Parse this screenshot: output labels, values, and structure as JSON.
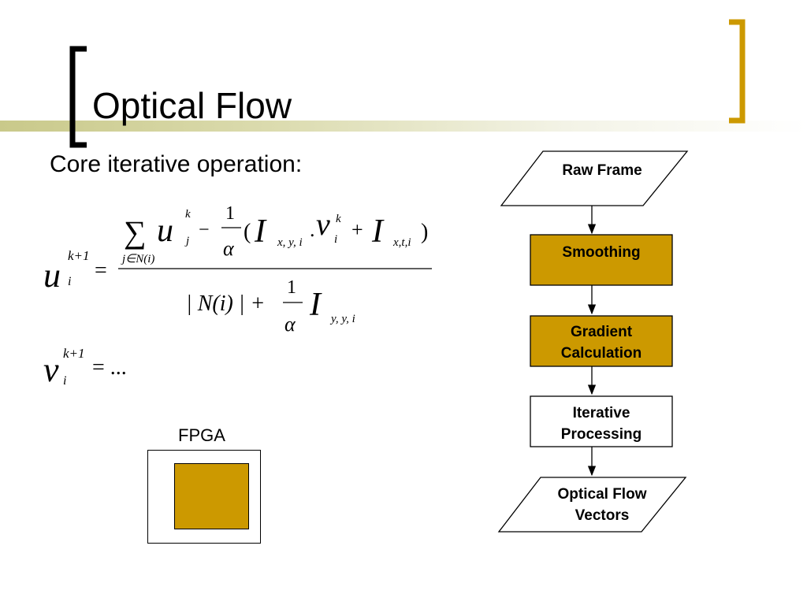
{
  "slide": {
    "title": "Optical Flow",
    "subtitle": "Core iterative operation:",
    "colors": {
      "accent": "#cc9900",
      "stripe": "#c9c98a"
    }
  },
  "equation": {
    "lhs_u": "u",
    "sup": "k+1",
    "sub_i": "i",
    "equals": "=",
    "sum": "∑",
    "u": "u",
    "k": "k",
    "j": "j",
    "sum_index": "j∈N(i)",
    "minus": "−",
    "one": "1",
    "alpha": "α",
    "open_paren": "(",
    "I": "I",
    "sub_xyi": "x, y, i",
    "dot": ".",
    "v": "v",
    "plus": "+",
    "sub_xti": "x,t,i",
    "close_paren": ")",
    "denom_left": "| N(i) | +",
    "sub_yyi": "y, y, i",
    "lhs_v": "v",
    "ellipsis": "= ..."
  },
  "fpga": {
    "label": "FPGA"
  },
  "flowchart": {
    "raw_frame": "Raw Frame",
    "smoothing": "Smoothing",
    "gradient_1": "Gradient",
    "gradient_2": "Calculation",
    "iterative_1": "Iterative",
    "iterative_2": "Processing",
    "output_1": "Optical Flow",
    "output_2": "Vectors"
  }
}
